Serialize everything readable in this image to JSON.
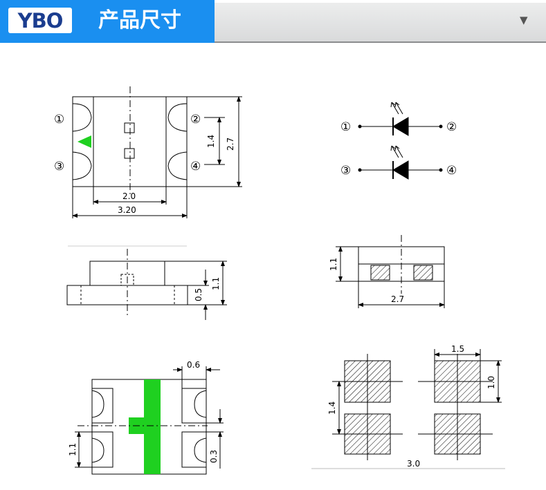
{
  "header": {
    "logo_text": "YBO",
    "title": "产品尺寸",
    "dropdown_icon": "triangle-down-icon"
  },
  "colors": {
    "header_blue": "#1a8ff0",
    "led_green": "#1fd020",
    "line": "#000000",
    "logo": "#1b3d8f"
  },
  "top_view": {
    "pin1": "①",
    "pin2": "②",
    "pin3": "③",
    "pin4": "④",
    "dim_height": "2.7",
    "dim_pitch": "1.4",
    "dim_inner_width": "2.0",
    "dim_width": "3.20"
  },
  "schematic": {
    "pin1": "①",
    "pin2": "②",
    "pin3": "③",
    "pin4": "④"
  },
  "side_view": {
    "dim_total": "1.1",
    "dim_base": "0.5"
  },
  "front_view": {
    "dim_height": "1.1",
    "dim_width": "2.7"
  },
  "bottom_view": {
    "dim_pad_width": "0.6",
    "dim_pad_height": "1.1",
    "dim_gap": "0.3"
  },
  "pad_layout": {
    "dim_pad_width": "1.5",
    "dim_pad_height": "1.0",
    "dim_pitch": "1.4",
    "dim_total_width": "3.0"
  }
}
